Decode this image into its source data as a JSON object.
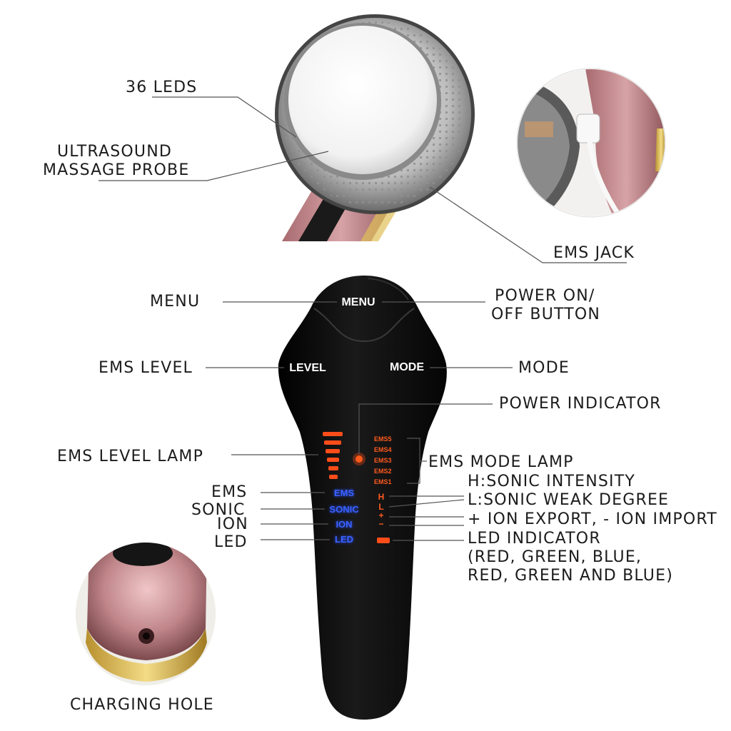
{
  "top_section": {
    "labels": {
      "leds": "36 LEDS",
      "probe_line1": "ULTRASOUND",
      "probe_line2": "MASSAGE PROBE",
      "ems_jack": "EMS JACK"
    }
  },
  "device": {
    "buttons": {
      "menu": "MENU",
      "level": "LEVEL",
      "mode": "MODE"
    },
    "function_labels": [
      "EMS",
      "SONIC",
      "ION",
      "LED"
    ],
    "ems_mode_labels": [
      "EMS5",
      "EMS4",
      "EMS3",
      "EMS2",
      "EMS1"
    ],
    "sonic_labels": [
      "H",
      "L"
    ],
    "ion_labels": [
      "+",
      "−"
    ]
  },
  "callouts": {
    "menu": "MENU",
    "power_line1": "POWER ON/",
    "power_line2": "OFF BUTTON",
    "ems_level": "EMS LEVEL",
    "mode": "MODE",
    "power_indicator": "POWER INDICATOR",
    "ems_level_lamp": "EMS LEVEL LAMP",
    "ems_mode_lamp": "EMS MODE LAMP",
    "sonic_intensity": "H:SONIC INTENSITY",
    "sonic_weak": "L:SONIC WEAK DEGREE",
    "ion": "+ ION EXPORT, - ION IMPORT",
    "led_indicator_1": "LED INDICATOR",
    "led_indicator_2": "(RED, GREEN, BLUE,",
    "led_indicator_3": "RED, GREEN AND BLUE)",
    "ems": "EMS",
    "sonic": "SONIC",
    "ion_left": "ION",
    "led": "LED",
    "charging_hole": "CHARGING HOLE"
  },
  "colors": {
    "device_body": "#0b0b0b",
    "rose_gold": "#c98b8f",
    "gold": "#e3c15a",
    "orange_led": "#ff4d1a",
    "blue_led": "#2f5bff"
  }
}
